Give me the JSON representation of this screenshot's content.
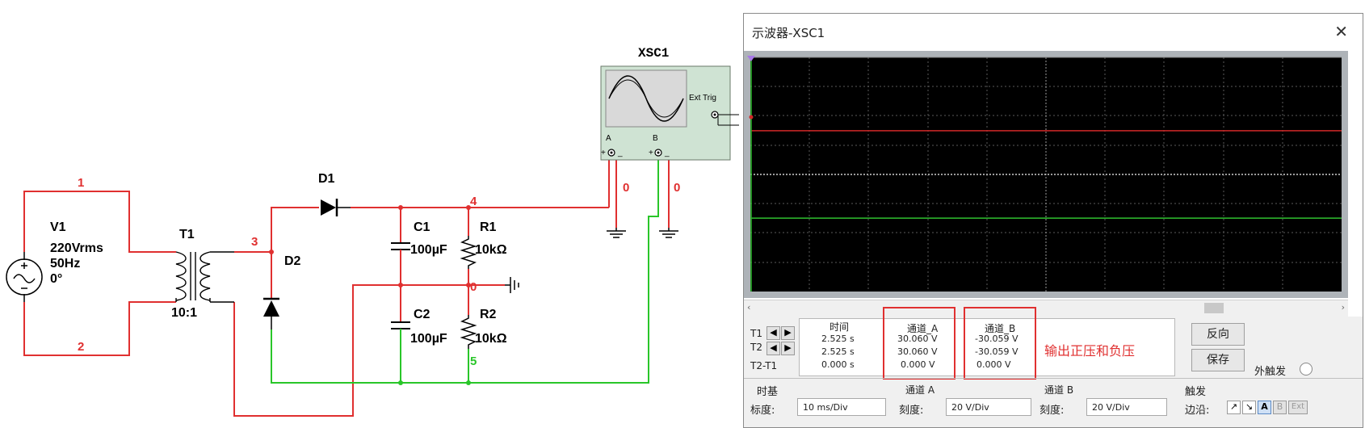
{
  "schematic": {
    "source": {
      "ref": "V1",
      "voltage": "220Vrms",
      "freq": "50Hz",
      "phase": "0°"
    },
    "transformer": {
      "ref": "T1",
      "ratio": "10:1"
    },
    "diodes": {
      "d1": "D1",
      "d2": "D2"
    },
    "capacitors": {
      "c1_ref": "C1",
      "c1_val": "100µF",
      "c2_ref": "C2",
      "c2_val": "100µF"
    },
    "resistors": {
      "r1_ref": "R1",
      "r1_val": "10kΩ",
      "r2_ref": "R2",
      "r2_val": "10kΩ"
    },
    "nodes": {
      "n1": "1",
      "n2": "2",
      "n3": "3",
      "n4": "4",
      "n0": "0",
      "n5": "5",
      "na": "0",
      "nb": "0"
    },
    "scope_symbol": {
      "ref": "XSC1",
      "ext_trig": "Ext Trig",
      "a": "A",
      "b": "B",
      "plus_a": "+",
      "minus_a": "_",
      "plus_b": "+",
      "minus_b": "_"
    },
    "colors": {
      "red_wire": "#e03030",
      "green_wire": "#29c629"
    }
  },
  "scope": {
    "title": "示波器-XSC1",
    "close": "✕",
    "trace_colors": {
      "a": "#d12828",
      "b": "#2fbf2f"
    },
    "cursors": {
      "col_time": "时间",
      "col_a": "通道_A",
      "col_b": "通道_B",
      "t1": "T1",
      "t2": "T2",
      "t2t1": "T2-T1",
      "t1_time": "2.525 s",
      "t1_a": "30.060 V",
      "t1_b": "-30.059 V",
      "t2_time": "2.525 s",
      "t2_a": "30.060 V",
      "t2_b": "-30.059 V",
      "d_time": "0.000 s",
      "d_a": "0.000 V",
      "d_b": "0.000 V"
    },
    "annotation": "输出正压和负压",
    "buttons": {
      "reverse": "反向",
      "save": "保存",
      "ext_trigger": "外触发"
    },
    "timebase": {
      "header": "时基",
      "scale_label": "标度:",
      "scale_value": "10 ms/Div"
    },
    "channel_a": {
      "header": "通道 A",
      "scale_label": "刻度:",
      "scale_value": "20  V/Div"
    },
    "channel_b": {
      "header": "通道 B",
      "scale_label": "刻度:",
      "scale_value": "20  V/Div"
    },
    "trigger": {
      "header": "触发",
      "edge_label": "边沿:",
      "a": "A",
      "b": "B",
      "ext": "Ext"
    }
  }
}
